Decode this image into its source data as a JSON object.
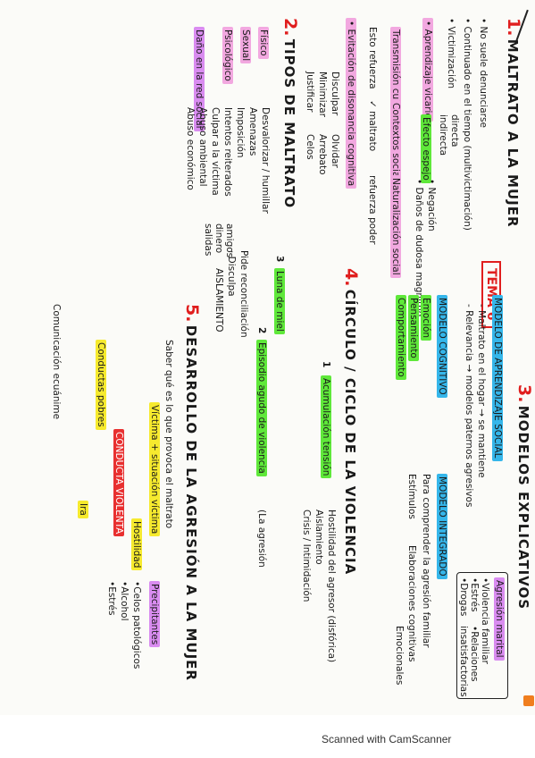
{
  "tema": "TEMA 6",
  "s1": {
    "num": "1.",
    "title": "MALTRATO A LA MUJER",
    "b1": "• No suele denunciarse",
    "b2": "• Continuado en el tiempo (multivictimación)",
    "b3_label": "• Victimización",
    "b3_a": "directa",
    "b3_b": "indirecta",
    "b4_label": "• Aprendizaje vicario",
    "b4_effect": "Efecto espejo",
    "b4_n1": "• Negación",
    "b4_n2": "• Daños de dudosa magnitud",
    "tc": "Transmisión cultural",
    "cs": "Contextos sociales",
    "nat": "Naturalización social",
    "rel": "Esto refuerza",
    "rel2": "✓ maltrato",
    "rel3": "refuerza poder",
    "dis": "• Evitación de disonancia cognitiva",
    "d1": "Disculpar",
    "d2": "Minimizar",
    "d3": "Justificar",
    "o1": "Olvidar",
    "o2": "Arrebato",
    "o3": "Celos"
  },
  "s2": {
    "num": "2.",
    "title": "TIPOS DE MALTRATO",
    "fisico": "Físico",
    "sexual": "Sexual",
    "psico": "Psicológico",
    "social": "Daño en la red social",
    "p1": "Desvalorizar / humillar",
    "p2": "Amenazas",
    "p3": "Imposición",
    "p4": "Intentos reiterados",
    "p5": "Culpar a la víctima",
    "p6": "Abuso ambiental",
    "p7": "Abuso económico",
    "am1": "amigos",
    "am2": "dinero",
    "am3": "salidas",
    "aisl": "AISLAMIENTO"
  },
  "s3": {
    "num": "3.",
    "title": "MODELOS EXPLICATIVOS",
    "m1": "MODELO DE APRENDIZAJE SOCIAL",
    "m1a": "- Maltrato en el hogar → se mantiene",
    "m1b": "- Relevancia → modelos paternos agresivos",
    "m2": "MODELO COGNITIVO",
    "m2a": "Emoción",
    "m2b": "Pensamiento",
    "m2c": "Comportamiento",
    "m3": "MODELO INTEGRADO",
    "m3a": "Para comprender la agresión familiar",
    "m3b": "Estímulos",
    "m3c": "Elaboraciones cognitivas",
    "m3d": "Emocionales",
    "ag": "Agresión marital",
    "ag1": "•Violencia familiar",
    "ag2": "•Estrés",
    "ag3": "•Drogas",
    "ag4": "•Relaciones insatisfactorias"
  },
  "s4": {
    "num": "4.",
    "title": "CÍRCULO / CICLO DE LA VIOLENCIA",
    "c1": "Acumulación tensión",
    "c2": "Episodio agudo de violencia",
    "c3": "Luna de miel",
    "n1": "1",
    "n2": "2",
    "n3": "3",
    "ac1": "Hostilidad del agresor (disfórica)",
    "ac2": "Aislamiento",
    "ac3": "Crisis / Intimidación",
    "ag": "(La agresión",
    "l1": "Pide reconciliación",
    "l2": "· Disculpa"
  },
  "s5": {
    "num": "5.",
    "title": "DESARROLLO DE LA AGRESIÓN A LA MUJER",
    "q": "Saber qué es lo que provoca el maltrato",
    "vv": "Víctima + situación víctima",
    "cv": "CONDUCTA VIOLENTA",
    "cp": "Conductas pobres",
    "hos": "Hostilidad",
    "ira": "Ira",
    "com": "Comunicación ecuánime",
    "pre": "Precipitantes",
    "pr1": "•Celos patológicos",
    "pr2": "•Alcohol",
    "pr3": "•Estrés"
  },
  "footer": "Scanned with CamScanner"
}
